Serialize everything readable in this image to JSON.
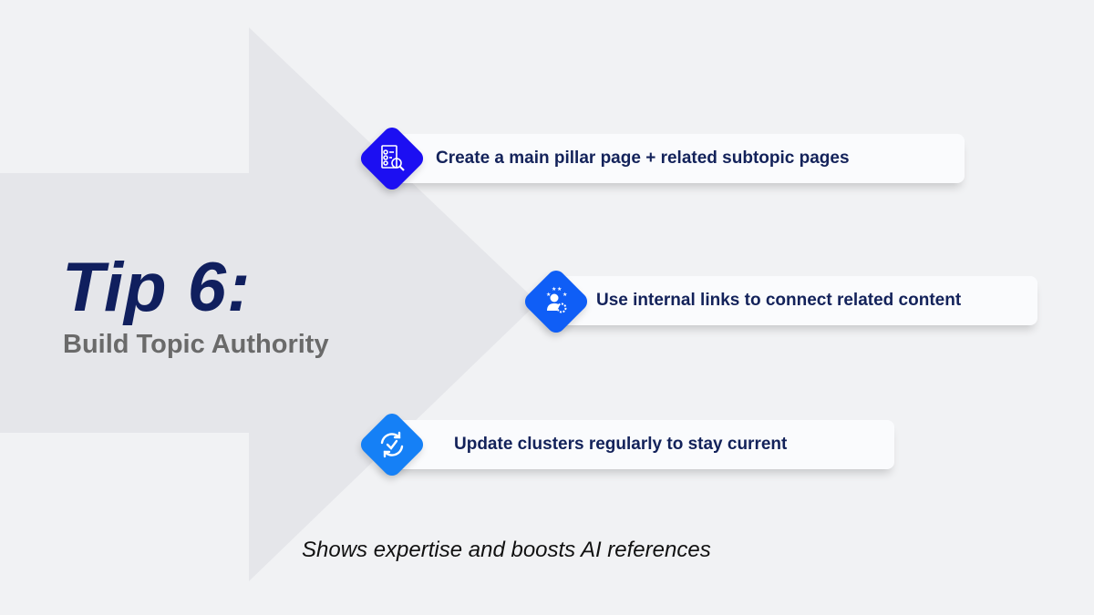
{
  "title": "Tip 6:",
  "subtitle": "Build Topic Authority",
  "steps": [
    {
      "label": "Create a main pillar page + related subtopic pages",
      "icon": "document-search-icon",
      "color": "#1c0ff2"
    },
    {
      "label": "Use internal links to connect related content",
      "icon": "user-gear-stars-icon",
      "color": "#0f5ef6"
    },
    {
      "label": "Update clusters regularly to stay current",
      "icon": "refresh-check-icon",
      "color": "#1580f6"
    }
  ],
  "footer": "Shows expertise and boosts AI references",
  "colors": {
    "background": "#f1f2f4",
    "arrow": "#e5e6ea",
    "navy": "#13225a"
  }
}
